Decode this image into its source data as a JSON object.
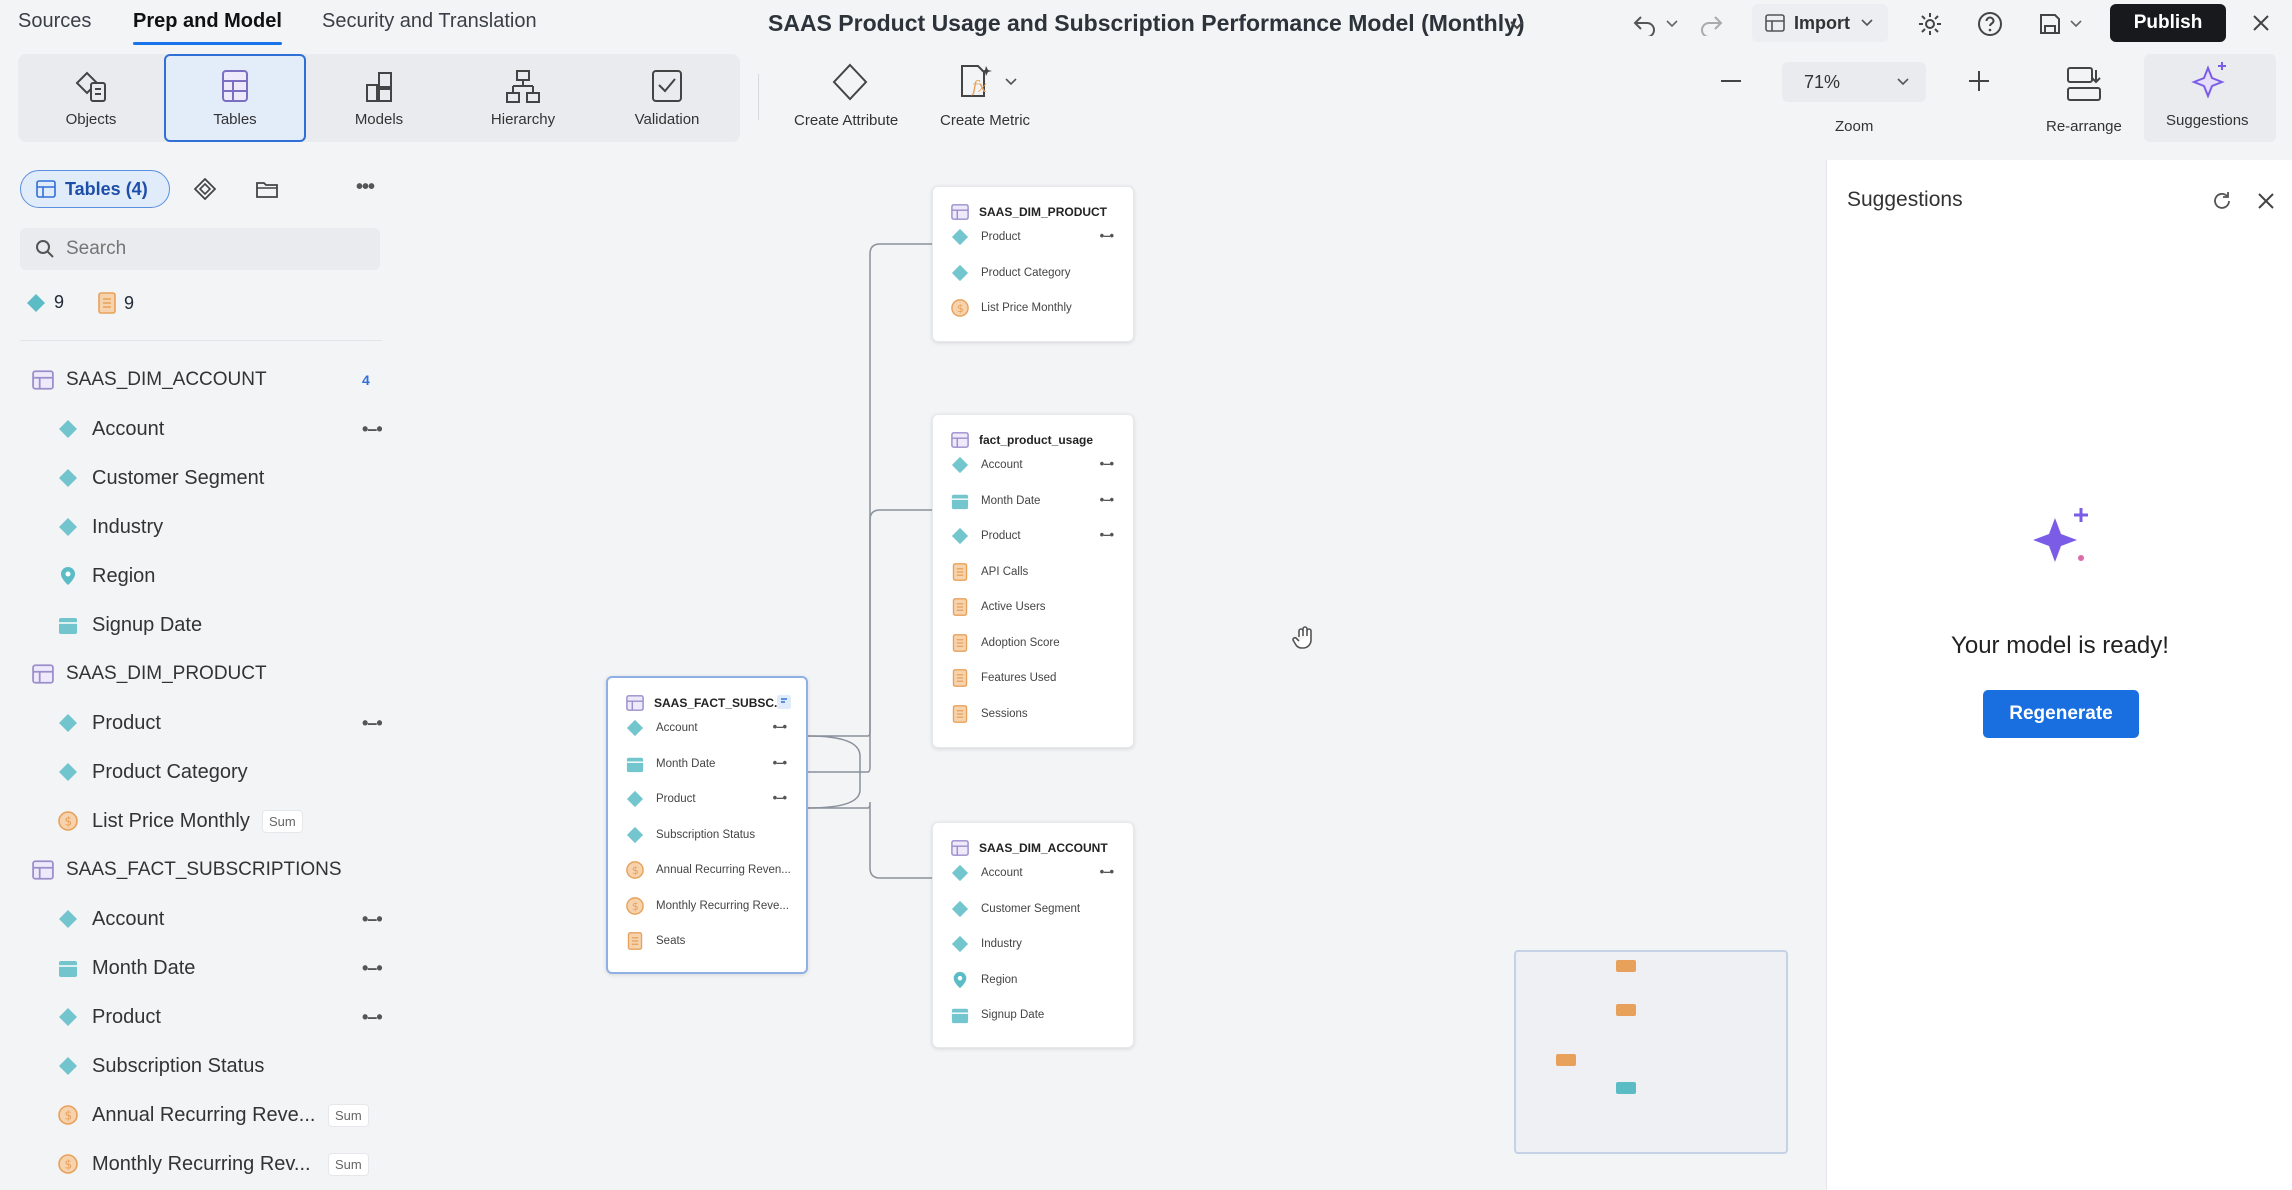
{
  "nav": {
    "tabs": [
      "Sources",
      "Prep and Model",
      "Security and Translation"
    ]
  },
  "header": {
    "title": "SAAS Product Usage and Subscription Performance Model (Monthly)",
    "import_label": "Import",
    "publish_label": "Publish"
  },
  "toolbar": {
    "tools": [
      "Objects",
      "Tables",
      "Models",
      "Hierarchy",
      "Validation"
    ],
    "create_attribute": "Create Attribute",
    "create_metric": "Create Metric",
    "zoom_value": "71%",
    "zoom_label": "Zoom",
    "rearrange_label": "Re-arrange",
    "suggestions_label": "Suggestions"
  },
  "left": {
    "tables_chip": "Tables (4)",
    "search_placeholder": "Search",
    "attr_count": "9",
    "metric_count": "9",
    "first_badge": "4",
    "tree": [
      {
        "type": "table",
        "label": "SAAS_DIM_ACCOUNT"
      },
      {
        "type": "attr",
        "label": "Account",
        "link": true
      },
      {
        "type": "attr",
        "label": "Customer Segment"
      },
      {
        "type": "attr",
        "label": "Industry"
      },
      {
        "type": "geo",
        "label": "Region"
      },
      {
        "type": "date",
        "label": "Signup Date"
      },
      {
        "type": "table",
        "label": "SAAS_DIM_PRODUCT"
      },
      {
        "type": "attr",
        "label": "Product",
        "link": true
      },
      {
        "type": "attr",
        "label": "Product Category"
      },
      {
        "type": "metric",
        "label": "List Price Monthly",
        "agg": "Sum"
      },
      {
        "type": "table",
        "label": "SAAS_FACT_SUBSCRIPTIONS"
      },
      {
        "type": "attr",
        "label": "Account",
        "link": true
      },
      {
        "type": "date",
        "label": "Month Date",
        "link": true
      },
      {
        "type": "attr",
        "label": "Product",
        "link": true
      },
      {
        "type": "attr",
        "label": "Subscription Status"
      },
      {
        "type": "metric",
        "label": "Annual Recurring Reve...",
        "agg": "Sum"
      },
      {
        "type": "metric",
        "label": "Monthly Recurring Rev...",
        "agg": "Sum"
      }
    ]
  },
  "canvas": {
    "cards": [
      {
        "title": "SAAS_DIM_PRODUCT",
        "rows": [
          {
            "type": "attr",
            "label": "Product",
            "link": true
          },
          {
            "type": "attr",
            "label": "Product Category"
          },
          {
            "type": "metric",
            "label": "List Price Monthly"
          }
        ]
      },
      {
        "title": "fact_product_usage",
        "rows": [
          {
            "type": "attr",
            "label": "Account",
            "link": true
          },
          {
            "type": "date",
            "label": "Month Date",
            "link": true
          },
          {
            "type": "attr",
            "label": "Product",
            "link": true
          },
          {
            "type": "fact",
            "label": "API Calls"
          },
          {
            "type": "fact",
            "label": "Active Users"
          },
          {
            "type": "fact",
            "label": "Adoption Score"
          },
          {
            "type": "fact",
            "label": "Features Used"
          },
          {
            "type": "fact",
            "label": "Sessions"
          }
        ]
      },
      {
        "title": "SAAS_FACT_SUBSC...",
        "rows": [
          {
            "type": "attr",
            "label": "Account",
            "link": true
          },
          {
            "type": "date",
            "label": "Month Date",
            "link": true
          },
          {
            "type": "attr",
            "label": "Product",
            "link": true
          },
          {
            "type": "attr",
            "label": "Subscription Status"
          },
          {
            "type": "metric",
            "label": "Annual Recurring Reven..."
          },
          {
            "type": "metric",
            "label": "Monthly Recurring Reve..."
          },
          {
            "type": "fact",
            "label": "Seats"
          }
        ]
      },
      {
        "title": "SAAS_DIM_ACCOUNT",
        "rows": [
          {
            "type": "attr",
            "label": "Account",
            "link": true
          },
          {
            "type": "attr",
            "label": "Customer Segment"
          },
          {
            "type": "attr",
            "label": "Industry"
          },
          {
            "type": "geo",
            "label": "Region"
          },
          {
            "type": "date",
            "label": "Signup Date"
          }
        ]
      }
    ]
  },
  "suggestions": {
    "title": "Suggestions",
    "message": "Your model is ready!",
    "regenerate_label": "Regenerate"
  },
  "colors": {
    "accent": "#1a73e8",
    "attr": "#5bbcc6",
    "metric": "#e8a15a",
    "table": "#9a8ecb",
    "spark": "#7b5ce6"
  }
}
